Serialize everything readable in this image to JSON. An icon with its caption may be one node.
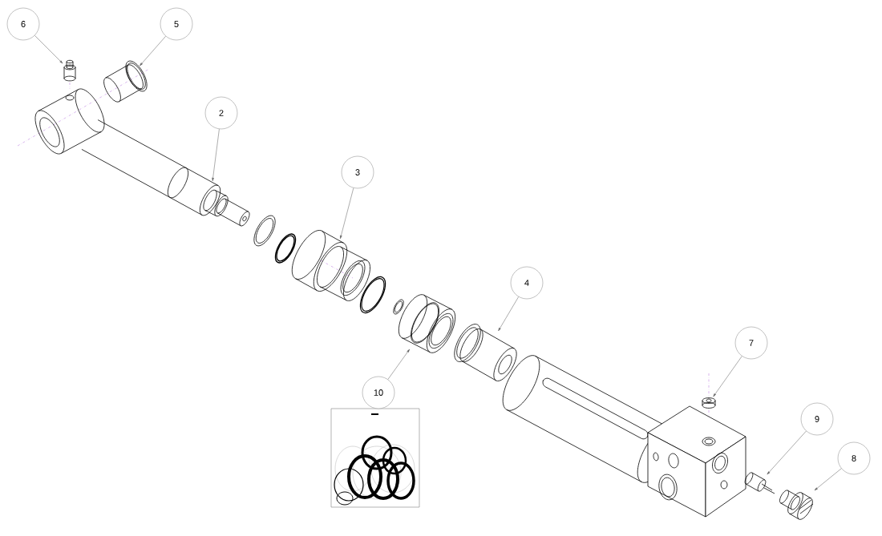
{
  "diagram": {
    "nodes": [
      {
        "text": [
          "6"
        ]
      },
      {
        "text": [
          "5"
        ]
      },
      {
        "text": [
          "2"
        ]
      },
      {
        "text": [
          "3"
        ]
      },
      {
        "text": [
          "4"
        ]
      },
      {
        "text": [
          "10"
        ]
      },
      {
        "text": [
          "7"
        ]
      },
      {
        "text": [
          "9"
        ]
      },
      {
        "text": [
          "8"
        ]
      },
      {
        "text": [],
        "shape": "picture"
      },
      {
        "text": [],
        "shape": "picture"
      },
      {
        "text": [],
        "shape": "picture"
      },
      {
        "text": [],
        "shape": "picture"
      },
      {
        "text": [],
        "shape": "picture"
      },
      {
        "text": [],
        "shape": "picture"
      },
      {
        "text": [],
        "shape": "picture"
      },
      {
        "text": [],
        "shape": "picture"
      },
      {
        "text": [],
        "shape": "picture"
      }
    ],
    "edges": [
      {
        "from": 0,
        "to": 9,
        "arrow": "to"
      },
      {
        "from": 1,
        "to": 10,
        "arrow": "to"
      },
      {
        "from": 2,
        "to": 11,
        "arrow": "to"
      },
      {
        "from": 3,
        "to": 12,
        "arrow": "to"
      },
      {
        "from": 4,
        "to": 13,
        "arrow": "to"
      },
      {
        "from": 5,
        "to": 14,
        "arrow": "to"
      },
      {
        "from": 6,
        "to": 15,
        "arrow": "to"
      },
      {
        "from": 7,
        "to": 16,
        "arrow": "to"
      },
      {
        "from": 8,
        "to": 17,
        "arrow": "to"
      }
    ]
  }
}
